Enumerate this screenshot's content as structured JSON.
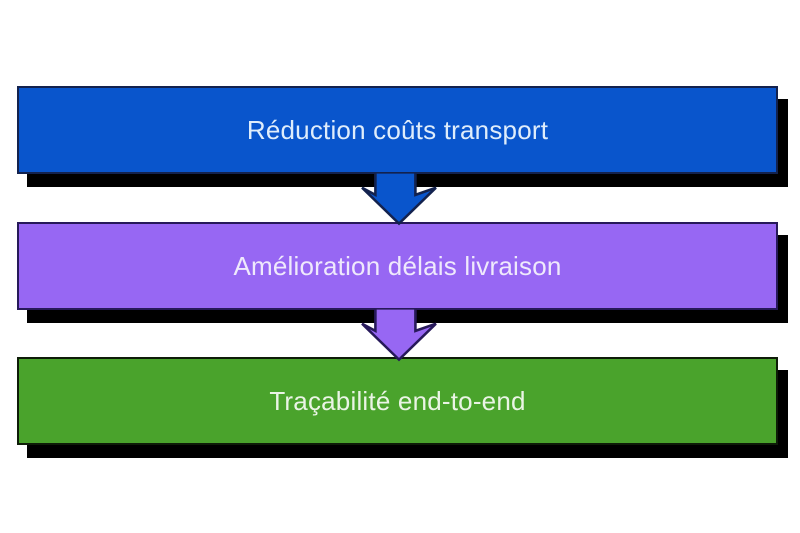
{
  "diagram": {
    "background_color": "#FFFFFF",
    "shadow_color": "#000000",
    "steps": [
      {
        "label": "Réduction coûts transport",
        "fill_color": "#0955CC",
        "border_color": "#13224E",
        "text_color": "#DFEDFB"
      },
      {
        "label": "Amélioration délais livraison",
        "fill_color": "#9767F3",
        "border_color": "#27195A",
        "text_color": "#EFE9FC"
      },
      {
        "label": "Traçabilité end-to-end",
        "fill_color": "#4AA32C",
        "border_color": "#0E1C08",
        "text_color": "#EAF4E5"
      }
    ],
    "connectors": [
      {
        "icon": "down-arrow-icon",
        "fill_color": "#0955CC",
        "stroke_color": "#13224E"
      },
      {
        "icon": "down-arrow-icon",
        "fill_color": "#9767F3",
        "stroke_color": "#27195A"
      }
    ]
  }
}
